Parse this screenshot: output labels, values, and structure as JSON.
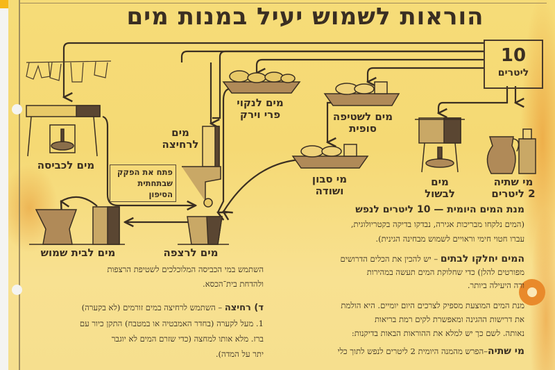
{
  "title": "הוראות לשמוש יעיל במנות מים",
  "source_box": {
    "amount": "10",
    "unit": "ליטרים"
  },
  "diagram_labels": {
    "laundry": "מים לכביסה",
    "hand_washing": [
      "מים",
      "לרחיצה"
    ],
    "siphon_note": [
      "פתח את הפקק",
      "שבתחתית",
      "הסיפון"
    ],
    "produce": [
      "מים לנקוי",
      "פרי וירק"
    ],
    "final_rinse": [
      "מים לשטיפה",
      "סופית"
    ],
    "soap_soda": [
      "מי סבון",
      "ושודה"
    ],
    "cooking": [
      "מים",
      "לבשול"
    ],
    "drinking": [
      "מי שתיה",
      "2 ליטרים"
    ],
    "toilet": "מים לבית שמוש",
    "floor": "מים לרצפה"
  },
  "right_text": {
    "heading1": "מנת המים היומית — 10 ליטרים לנפש",
    "para1": [
      "(המים נלקחו מבריכות אגירה, נבדקו בדיקה בקטריולוגית,",
      "עברו חטוי חימי וראויים לשמוש מבחינה הגינית)."
    ],
    "heading2": "המים יחלקו לבתים",
    "para2_inline": " – יש להכין את הכלים הדרושים",
    "para2": [
      "מפורטים להלן) כדי שחלוקת המים תעשה במהירות",
      "ורה היעילה ביותר."
    ],
    "para3": [
      "מנת המים המוצעת מספיק לצרכים היום יומיים. היא הולמת",
      "את דרישות ההגינה ומאפשרת לקים רמת בריאות",
      "נאותה. לשם כך יש למלא את ההוראות הבאות בדיקנות:"
    ],
    "drink_heading": "מי שתיה",
    "drink_text": "–הפרש מהמנה היומית 2 ליטרים לנפש לתוך כלי"
  },
  "left_text": {
    "para1": [
      "השתמש במי הכביסה המלוכלכים לשטיפת הרצפות",
      "ולהדחת בית־הכסא."
    ],
    "wash_heading": "ד) רחיצה",
    "wash_text": " – השתמש לרחיצה במים זורמים (לא בקערה)",
    "item1": [
      "1. מעל לקערה (בחדר האמבטיה או במטבח) התקן כיור עם",
      "ברז. מלא אותו למחצה (כדי שזרם המים לא יוגבר",
      "יתר על המדה)."
    ]
  },
  "colors": {
    "paper": "#f5d974",
    "ink": "#3b2f22",
    "stain": "#e98a2b"
  }
}
